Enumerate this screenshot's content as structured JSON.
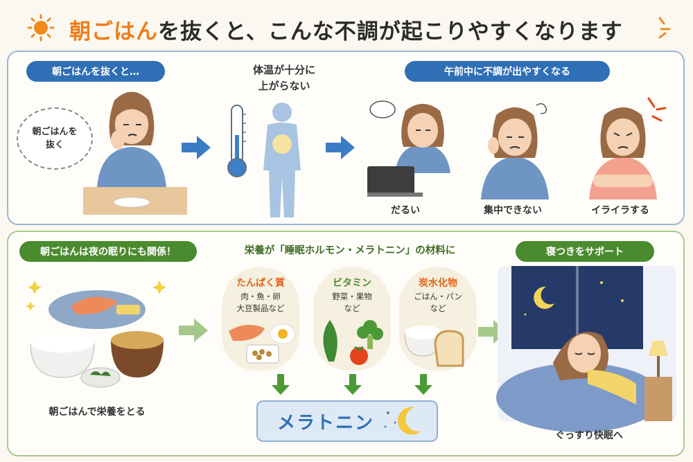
{
  "header": {
    "title_accent": "朝ごはん",
    "title_rest": "を抜くと、こんな不調が起こりやすくなります"
  },
  "top_panel": {
    "pill_left": "朝ごはんを抜くと…",
    "bubble_text": "朝ごはんを\n抜く",
    "temp_text_line1": "体温が十分に",
    "temp_text_line2": "上がらない",
    "pill_right": "午前中に不調が出やすくなる",
    "symptoms": [
      "だるい",
      "集中できない",
      "イライラする"
    ]
  },
  "bottom_panel": {
    "pill_left": "朝ごはんは夜の眠りにも関係！",
    "caption_left": "朝ごはんで栄養をとる",
    "heading_center": "栄養が「睡眠ホルモン・メラトニン」の材料に",
    "nutrients": [
      {
        "name": "たんぱく質",
        "desc": "肉・魚・卵\n大豆製品など",
        "color": "#e0661c"
      },
      {
        "name": "ビタミン",
        "desc": "野菜・果物\nなど",
        "color": "#4b8b2f"
      },
      {
        "name": "炭水化物",
        "desc": "ごはん・パン\nなど",
        "color": "#e0661c"
      }
    ],
    "melatonin": "メラトニン",
    "pill_right": "寝つきをサポート",
    "caption_right": "ぐっすり快眠へ"
  },
  "colors": {
    "accent_orange": "#ef7d1a",
    "blue": "#2f6fb5",
    "green": "#4b8b2f"
  }
}
